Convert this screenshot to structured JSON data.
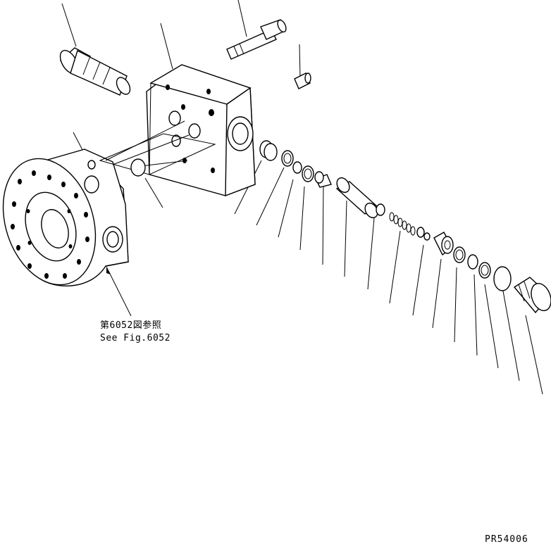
{
  "reference": {
    "line_jp": "第6052図参照",
    "line_en": "See Fig.6052"
  },
  "drawing_code": "PR54006"
}
